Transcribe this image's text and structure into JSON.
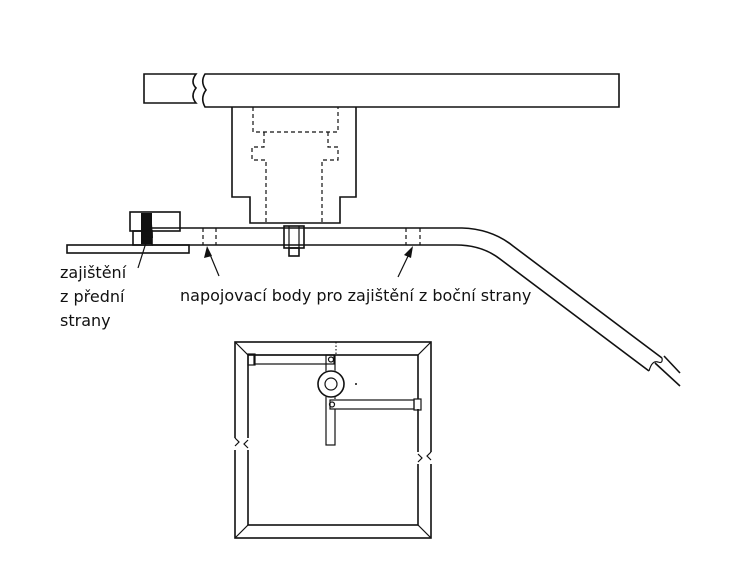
{
  "labels": {
    "front_lock_line1": "zajištění",
    "front_lock_line2": "z přední",
    "front_lock_line3": "strany",
    "side_lock_points": "napojovací body pro zajištění z boční strany"
  },
  "colors": {
    "ink": "#111111",
    "paper": "#ffffff"
  }
}
